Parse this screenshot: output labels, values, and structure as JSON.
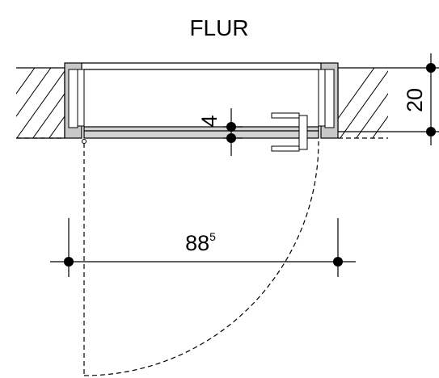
{
  "labels": {
    "room": "FLUR",
    "width_dim": "88",
    "width_dim_sup": "5",
    "wall_dim": "20",
    "leaf_dim": "4"
  },
  "colors": {
    "line": "#000000",
    "frame_fill": "#c8c8c8",
    "leaf_fill": "#d2d2d2",
    "background": "#ffffff"
  }
}
